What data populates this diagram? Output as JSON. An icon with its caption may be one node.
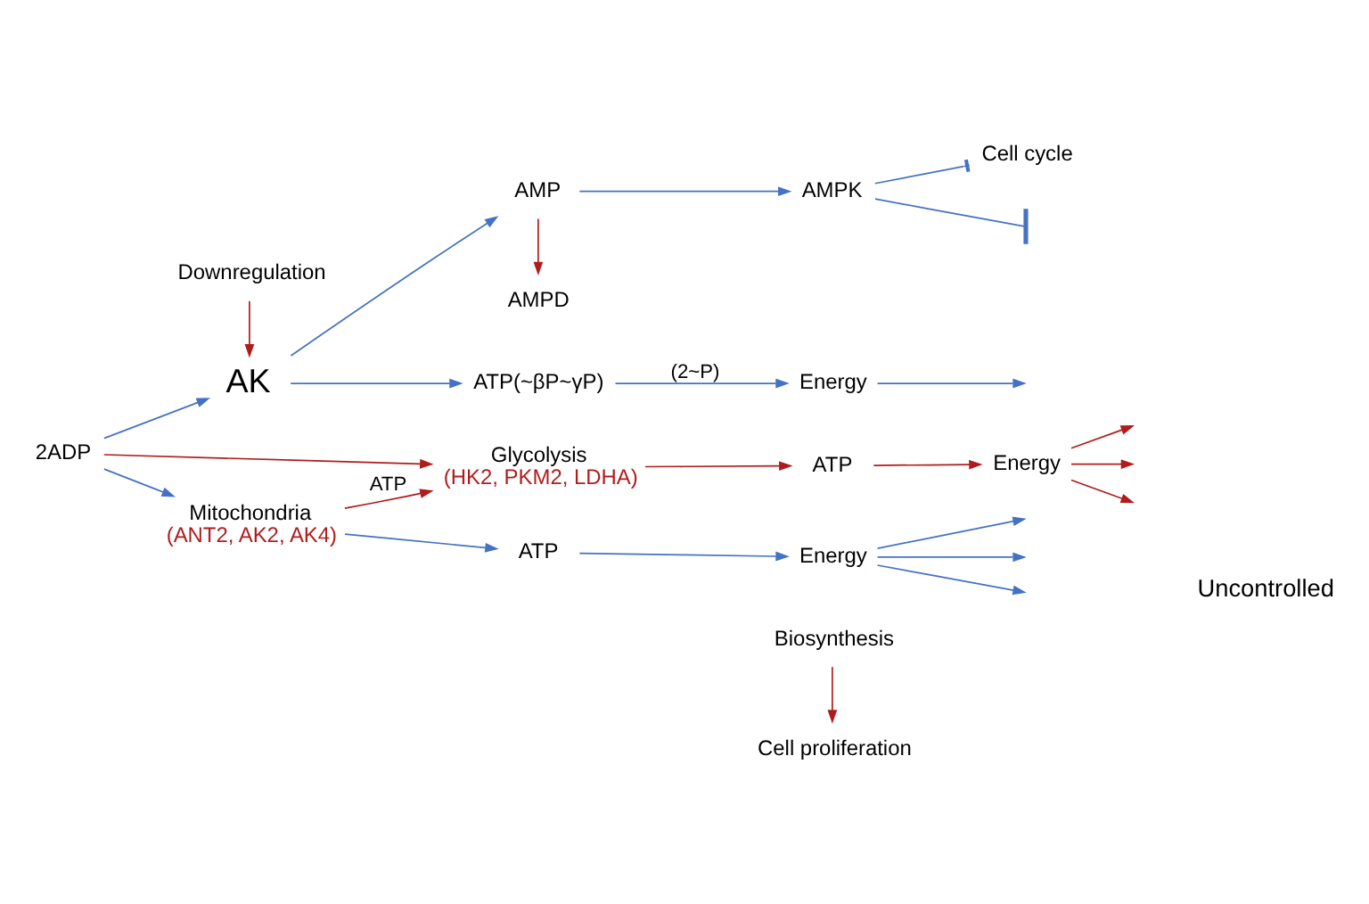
{
  "diagram": {
    "nodes": [
      {
        "text": [
          "Cell proliferation"
        ]
      },
      {
        "text": [
          "Biosynthesis"
        ]
      },
      {
        "text": [
          "Downregulation"
        ]
      },
      {
        "text": [
          "AMPD"
        ]
      },
      {
        "text": [
          "2ADP"
        ]
      },
      {
        "text": [
          "AK"
        ]
      },
      {
        "text": [
          "AMP"
        ]
      },
      {
        "text": [
          "AMPK"
        ]
      },
      {
        "text": [
          "Cell cycle"
        ]
      },
      {
        "text": [
          "ATP(~βP~γP)"
        ]
      },
      {
        "text": [
          "Energy"
        ]
      },
      {
        "text": [
          "Glycolysis",
          "(HK2, PKM2, LDHA)"
        ]
      },
      {
        "text": [
          "ATP"
        ]
      },
      {
        "text": [
          "Energy"
        ]
      },
      {
        "text": [
          "Mitochondria",
          "(ANT2, AK2, AK4)"
        ]
      },
      {
        "text": [
          "ATP"
        ]
      },
      {
        "text": [
          "Energy"
        ]
      },
      {
        "text": [],
        "shape": "bar"
      }
    ],
    "edges": [
      {
        "from": 1,
        "to": 0,
        "arrow": "to",
        "color": "#b01c1c"
      },
      {
        "from": 7,
        "to": 17,
        "arrow": "none"
      },
      {
        "from": 2,
        "to": 5,
        "arrow": "to",
        "color": "#b01c1c"
      },
      {
        "from": 6,
        "to": 3,
        "arrow": "to",
        "color": "#b01c1c"
      },
      {
        "from": 4,
        "to": 5,
        "arrow": "to"
      },
      {
        "from": 5,
        "to": 6,
        "arrow": "to"
      },
      {
        "from": 6,
        "to": 7,
        "arrow": "to"
      },
      {
        "from": 7,
        "to": 8,
        "arrow": "other"
      },
      {
        "from": 5,
        "to": 9,
        "arrow": "to"
      },
      {
        "from": 9,
        "to": 10,
        "arrow": "to",
        "label": "(2~P)"
      },
      {
        "from": 10,
        "to": null,
        "arrow": "to"
      },
      {
        "from": 4,
        "to": 11,
        "arrow": "to",
        "color": "#b01c1c"
      },
      {
        "from": 4,
        "to": 14,
        "arrow": "to"
      },
      {
        "from": 14,
        "to": 11,
        "arrow": "to",
        "label": "ATP",
        "color": "#b01c1c"
      },
      {
        "from": 11,
        "to": 12,
        "arrow": "to",
        "color": "#b01c1c"
      },
      {
        "from": 12,
        "to": 13,
        "arrow": "to",
        "color": "#b01c1c"
      },
      {
        "from": 13,
        "to": null,
        "arrow": "to",
        "color": "#b01c1c"
      },
      {
        "from": 13,
        "to": null,
        "arrow": "to",
        "color": "#b01c1c"
      },
      {
        "from": 13,
        "to": null,
        "arrow": "to",
        "color": "#b01c1c"
      },
      {
        "from": 14,
        "to": 15,
        "arrow": "to"
      },
      {
        "from": 15,
        "to": 16,
        "arrow": "to"
      },
      {
        "from": 16,
        "to": null,
        "arrow": "to"
      },
      {
        "from": 16,
        "to": null,
        "arrow": "to"
      },
      {
        "from": 16,
        "to": null,
        "arrow": "to"
      }
    ],
    "labels": [
      "Uncontrolled"
    ]
  }
}
